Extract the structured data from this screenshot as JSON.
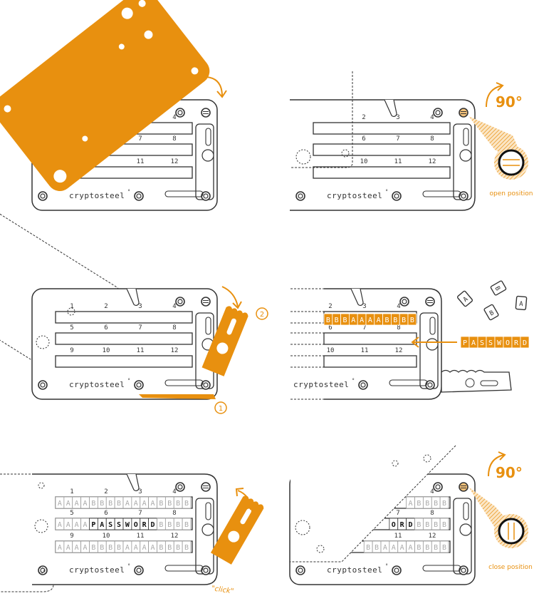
{
  "colors": {
    "accent": "#e8900f",
    "line": "#333333",
    "faint": "#aaaaaa"
  },
  "brand": {
    "name": "cryptosteel",
    "mark": "°"
  },
  "slot_numbers": [
    "1",
    "2",
    "3",
    "4",
    "5",
    "6",
    "7",
    "8",
    "9",
    "10",
    "11",
    "12"
  ],
  "step1": {
    "icon": "rotate-arrow-icon"
  },
  "step2": {
    "angle": "90°",
    "caption": "open position"
  },
  "step3": {
    "badges": [
      "1",
      "2"
    ]
  },
  "step4": {
    "row_tiles": [
      "B",
      "B",
      "B",
      "A",
      "A",
      "A",
      "A",
      "B",
      "B",
      "B",
      "B"
    ],
    "word_tiles": [
      "P",
      "A",
      "S",
      "S",
      "W",
      "O",
      "R",
      "D"
    ],
    "loose_tiles": [
      "A",
      "B",
      "B",
      "A"
    ]
  },
  "step5": {
    "rows": [
      [
        "A",
        "A",
        "A",
        "A",
        "B",
        "B",
        "B",
        "B",
        "A",
        "A",
        "A",
        "A",
        "B",
        "B",
        "B",
        "B"
      ],
      [
        "A",
        "A",
        "A",
        "A",
        "P",
        "A",
        "S",
        "S",
        "W",
        "O",
        "R",
        "D",
        "B",
        "B",
        "B",
        "B"
      ],
      [
        "A",
        "A",
        "A",
        "A",
        "B",
        "B",
        "B",
        "B",
        "A",
        "A",
        "A",
        "A",
        "B",
        "B",
        "B",
        "B"
      ]
    ],
    "sound": "\"click\""
  },
  "step6": {
    "angle": "90°",
    "caption": "close position"
  }
}
